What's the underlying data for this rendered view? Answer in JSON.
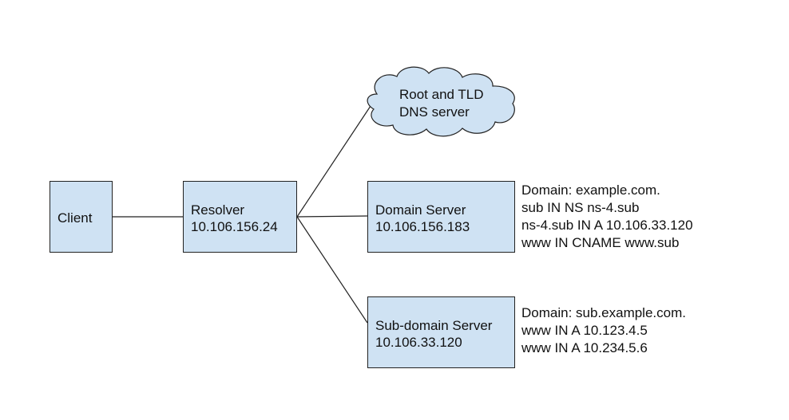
{
  "nodes": {
    "client": {
      "label": "Client"
    },
    "resolver": {
      "title": "Resolver",
      "ip": "10.106.156.24"
    },
    "root": {
      "line1": "Root and TLD",
      "line2": "DNS server"
    },
    "domain_server": {
      "title": "Domain Server",
      "ip": "10.106.156.183"
    },
    "subdomain_server": {
      "title": "Sub-domain Server",
      "ip": "10.106.33.120"
    }
  },
  "records": {
    "domain": [
      "Domain: example.com.",
      "sub IN NS ns-4.sub",
      "ns-4.sub IN A 10.106.33.120",
      "www IN CNAME www.sub"
    ],
    "subdomain": [
      "Domain: sub.example.com.",
      "www IN A 10.123.4.5",
      "www IN A 10.234.5.6"
    ]
  },
  "colors": {
    "box_fill": "#cfe2f3",
    "stroke": "#222222"
  }
}
